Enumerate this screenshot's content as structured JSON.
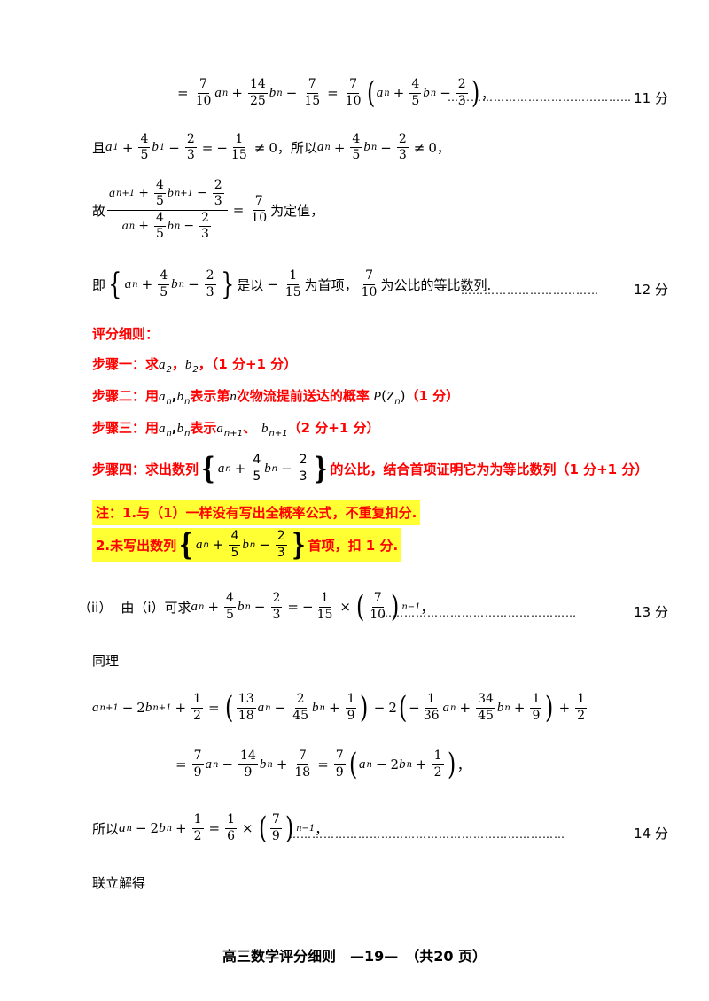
{
  "line1": {
    "score": "11 分",
    "dots": "…………………………………………"
  },
  "line2": {
    "text_qie": "且",
    "text_suoyi": "，所以",
    "text_end": "，"
  },
  "line3": {
    "text_gu": "故",
    "text_dingzhi": "为定值，"
  },
  "line4": {
    "text_ji": "即",
    "text_shiyi": "是以",
    "text_shouxiang": "为首项，",
    "text_gongbi": "为公比的等比数列.",
    "dots": "………………………………",
    "score": "12 分"
  },
  "rubric": {
    "title": "评分细则：",
    "step1_a": "步骤一：求",
    "step1_b": "，",
    "step1_c": "，（1 分+1 分）",
    "step2_a": "步骤二：用",
    "step2_b": "表示第",
    "step2_c": "次物流提前送达的概率",
    "step2_d": "（1 分）",
    "step3_a": "步骤三：用",
    "step3_b": "表示",
    "step3_c": "、",
    "step3_d": "（2 分+1 分）",
    "step4_a": "步骤四：求出数列",
    "step4_b": "的公比，结合首项证明它为为等比数列（1 分+1 分）",
    "note1": "注：1.与（1）一样没有写出全概率公式，不重复扣分.",
    "note2_a": "2.未写出数列",
    "note2_b": "首项，扣 1 分."
  },
  "part_ii": {
    "label": "（ii）",
    "text_you": "由（i）可求",
    "dots": "……………………………………………",
    "score": "13 分"
  },
  "tongli": "同理",
  "line_final": {
    "text_suoyi": "所以",
    "dots": "………………………………………………………………",
    "score": "14 分"
  },
  "lianli": "联立解得",
  "footer": "高三数学评分细则　—19—　（共20 页）"
}
